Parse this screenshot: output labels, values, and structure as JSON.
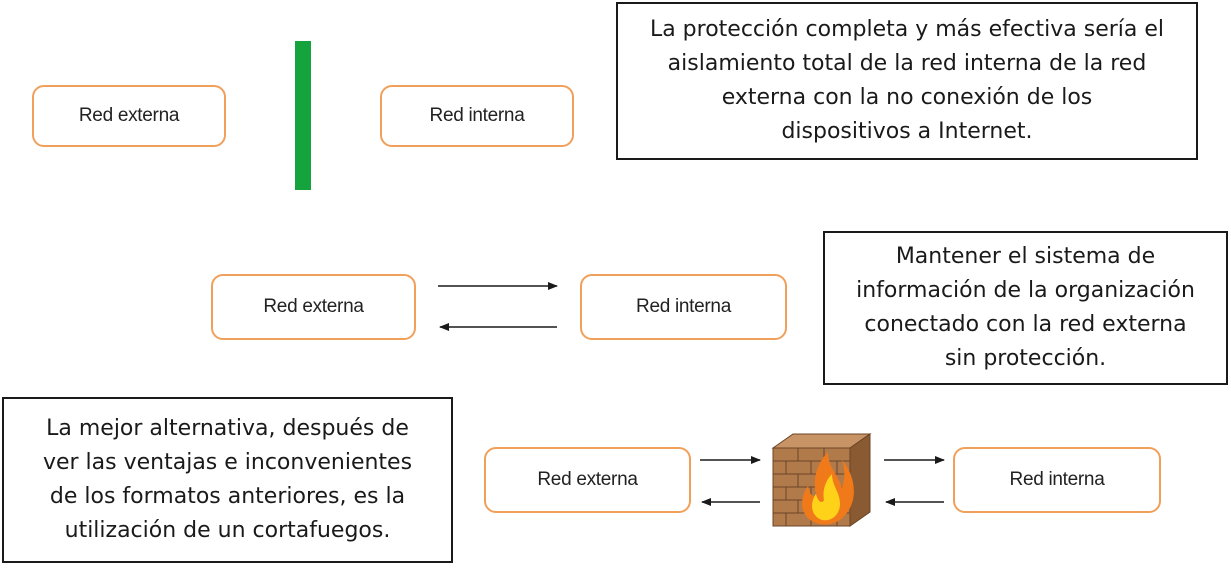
{
  "colors": {
    "box_border": "#f0a05a",
    "barrier": "#14a33c",
    "note_border": "#1a1a1a",
    "arrow": "#1a1a1a",
    "brick": "#b07a4a",
    "flame_outer": "#f07a1a",
    "flame_inner": "#ffd21a"
  },
  "scenario_isolation": {
    "external": "Red externa",
    "internal": "Red interna",
    "note_lines": [
      "La protección completa y más efectiva sería el",
      "aislamiento total de la red interna de la red",
      "externa con la no conexión de los",
      "dispositivos a Internet."
    ]
  },
  "scenario_open": {
    "external": "Red externa",
    "internal": "Red interna",
    "note_lines": [
      "Mantener el sistema de",
      "información de la organización",
      "conectado con la red externa",
      "sin protección."
    ]
  },
  "scenario_firewall": {
    "external": "Red externa",
    "internal": "Red interna",
    "icon": "firewall-icon",
    "note_lines": [
      "La mejor alternativa, después de",
      "ver las ventajas e inconvenientes",
      "de los formatos anteriores, es la",
      "utilización de un cortafuegos."
    ]
  }
}
